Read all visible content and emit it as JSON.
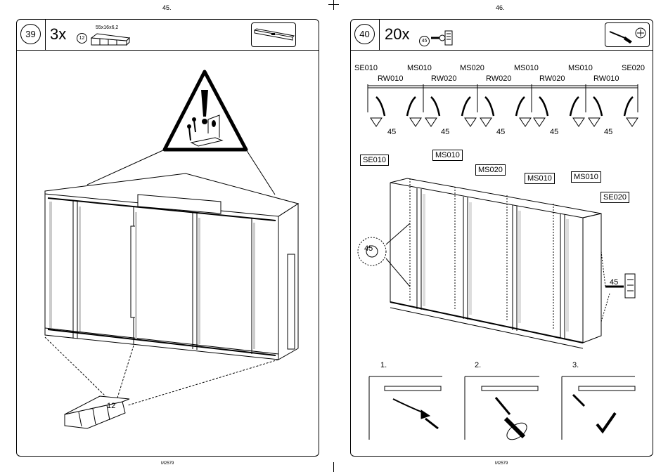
{
  "left_page": {
    "page_number": "45.",
    "step_number": "39",
    "quantity": "3x",
    "part_ref": "12",
    "part_size": "55x16x6,2",
    "callout_part_ref": "12",
    "footer_code": "M2579"
  },
  "right_page": {
    "page_number": "46.",
    "step_number": "40",
    "quantity": "20x",
    "part_ref": "45",
    "footer_code": "M2579",
    "top_row_labels": [
      "SE010",
      "MS010",
      "MS020",
      "MS010",
      "MS010",
      "SE020"
    ],
    "rail_labels": [
      "RW010",
      "RW020",
      "RW020",
      "RW020",
      "RW010"
    ],
    "top_screw_refs": [
      "45",
      "45",
      "45",
      "45",
      "45"
    ],
    "cabinet_labels": {
      "se010": "SE010",
      "ms010_a": "MS010",
      "ms020": "MS020",
      "ms010_b": "MS010",
      "ms010_c": "MS010",
      "se020": "SE020"
    },
    "left_screw_ref": "45",
    "right_screw_ref": "45",
    "sub_steps": [
      "1.",
      "2.",
      "3."
    ]
  }
}
